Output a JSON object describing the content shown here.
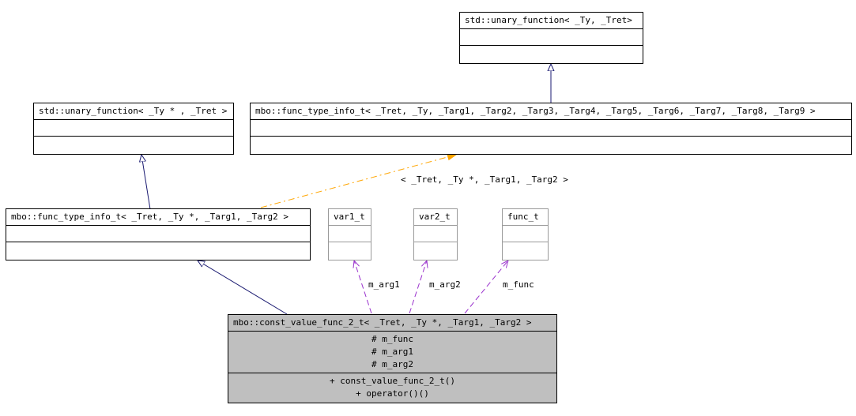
{
  "nodes": {
    "unary_ret": {
      "title": "std::unary_function< _Ty, _Tret>"
    },
    "unary_ptr": {
      "title": "std::unary_function< _Ty * , _Tret >"
    },
    "fti9": {
      "title": "mbo::func_type_info_t< _Tret, _Ty, _Targ1, _Targ2, _Targ3, _Targ4, _Targ5, _Targ6, _Targ7, _Targ8, _Targ9 >"
    },
    "fti2": {
      "title": "mbo::func_type_info_t< _Tret, _Ty *, _Targ1, _Targ2 >"
    },
    "var1": {
      "title": "var1_t"
    },
    "var2": {
      "title": "var2_t"
    },
    "func": {
      "title": "func_t"
    },
    "main": {
      "title": "mbo::const_value_func_2_t< _Tret, _Ty *, _Targ1, _Targ2 >",
      "attributes": [
        "# m_func",
        "# m_arg1",
        "# m_arg2"
      ],
      "methods": [
        "+ const_value_func_2_t()",
        "+ operator()()"
      ]
    }
  },
  "edge_labels": {
    "template_args": "< _Tret, _Ty *, _Targ1, _Targ2 >",
    "m_arg1": "m_arg1",
    "m_arg2": "m_arg2",
    "m_func": "m_func"
  },
  "colors": {
    "inheritance": "#191970",
    "template": "#ffa500",
    "usage": "#9a32cd",
    "main_fill": "#bfbfbf",
    "gray_border": "#9a9a9a"
  }
}
